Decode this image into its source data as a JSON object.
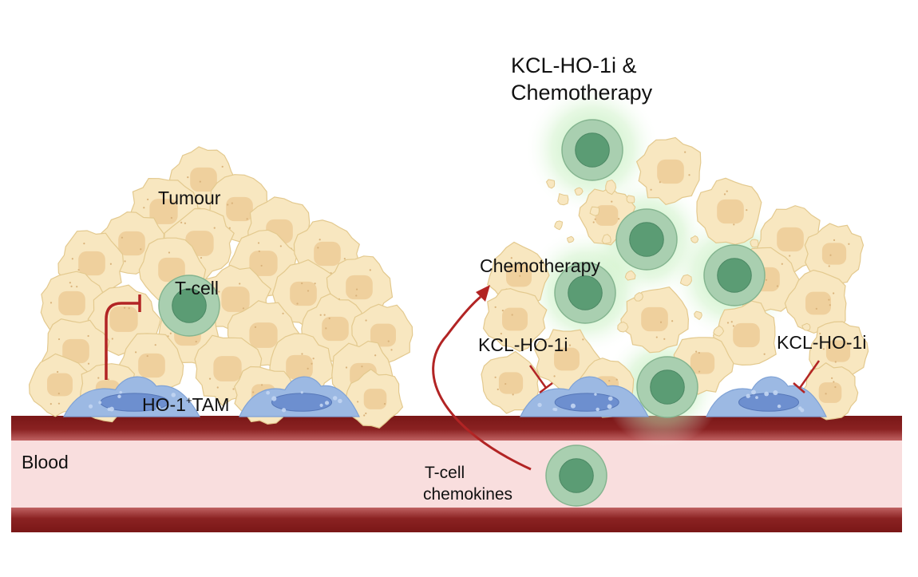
{
  "labels": {
    "tumour": "Tumour",
    "t_cell": "T-cell",
    "tam_prefix": "HO-1",
    "tam_sup": "+",
    "tam_suffix": "TAM",
    "blood": "Blood",
    "treatment_line1": "KCL-HO-1i &",
    "treatment_line2": "Chemotherapy",
    "chemotherapy": "Chemotherapy",
    "inhibitor_left": "KCL-HO-1i",
    "inhibitor_right": "KCL-HO-1i",
    "chemokines_line1": "T-cell",
    "chemokines_line2": "chemokines"
  },
  "colors": {
    "tumour_cell_fill": "#f8e7c0",
    "tumour_cell_edge": "#e3c98e",
    "tumour_nucleus": "#edcb97",
    "t_cell_outer": "#a9cfb0",
    "t_cell_inner": "#5b9c74",
    "t_cell_glow": "#b7ebb5",
    "tam_fill": "#9cb9e3",
    "tam_nucleus": "#6d8fcf",
    "vessel_wall": "#7f1c1c",
    "vessel_wall_light": "#b04c4c",
    "blood_fill": "#f9dede",
    "arrow": "#b22424"
  }
}
